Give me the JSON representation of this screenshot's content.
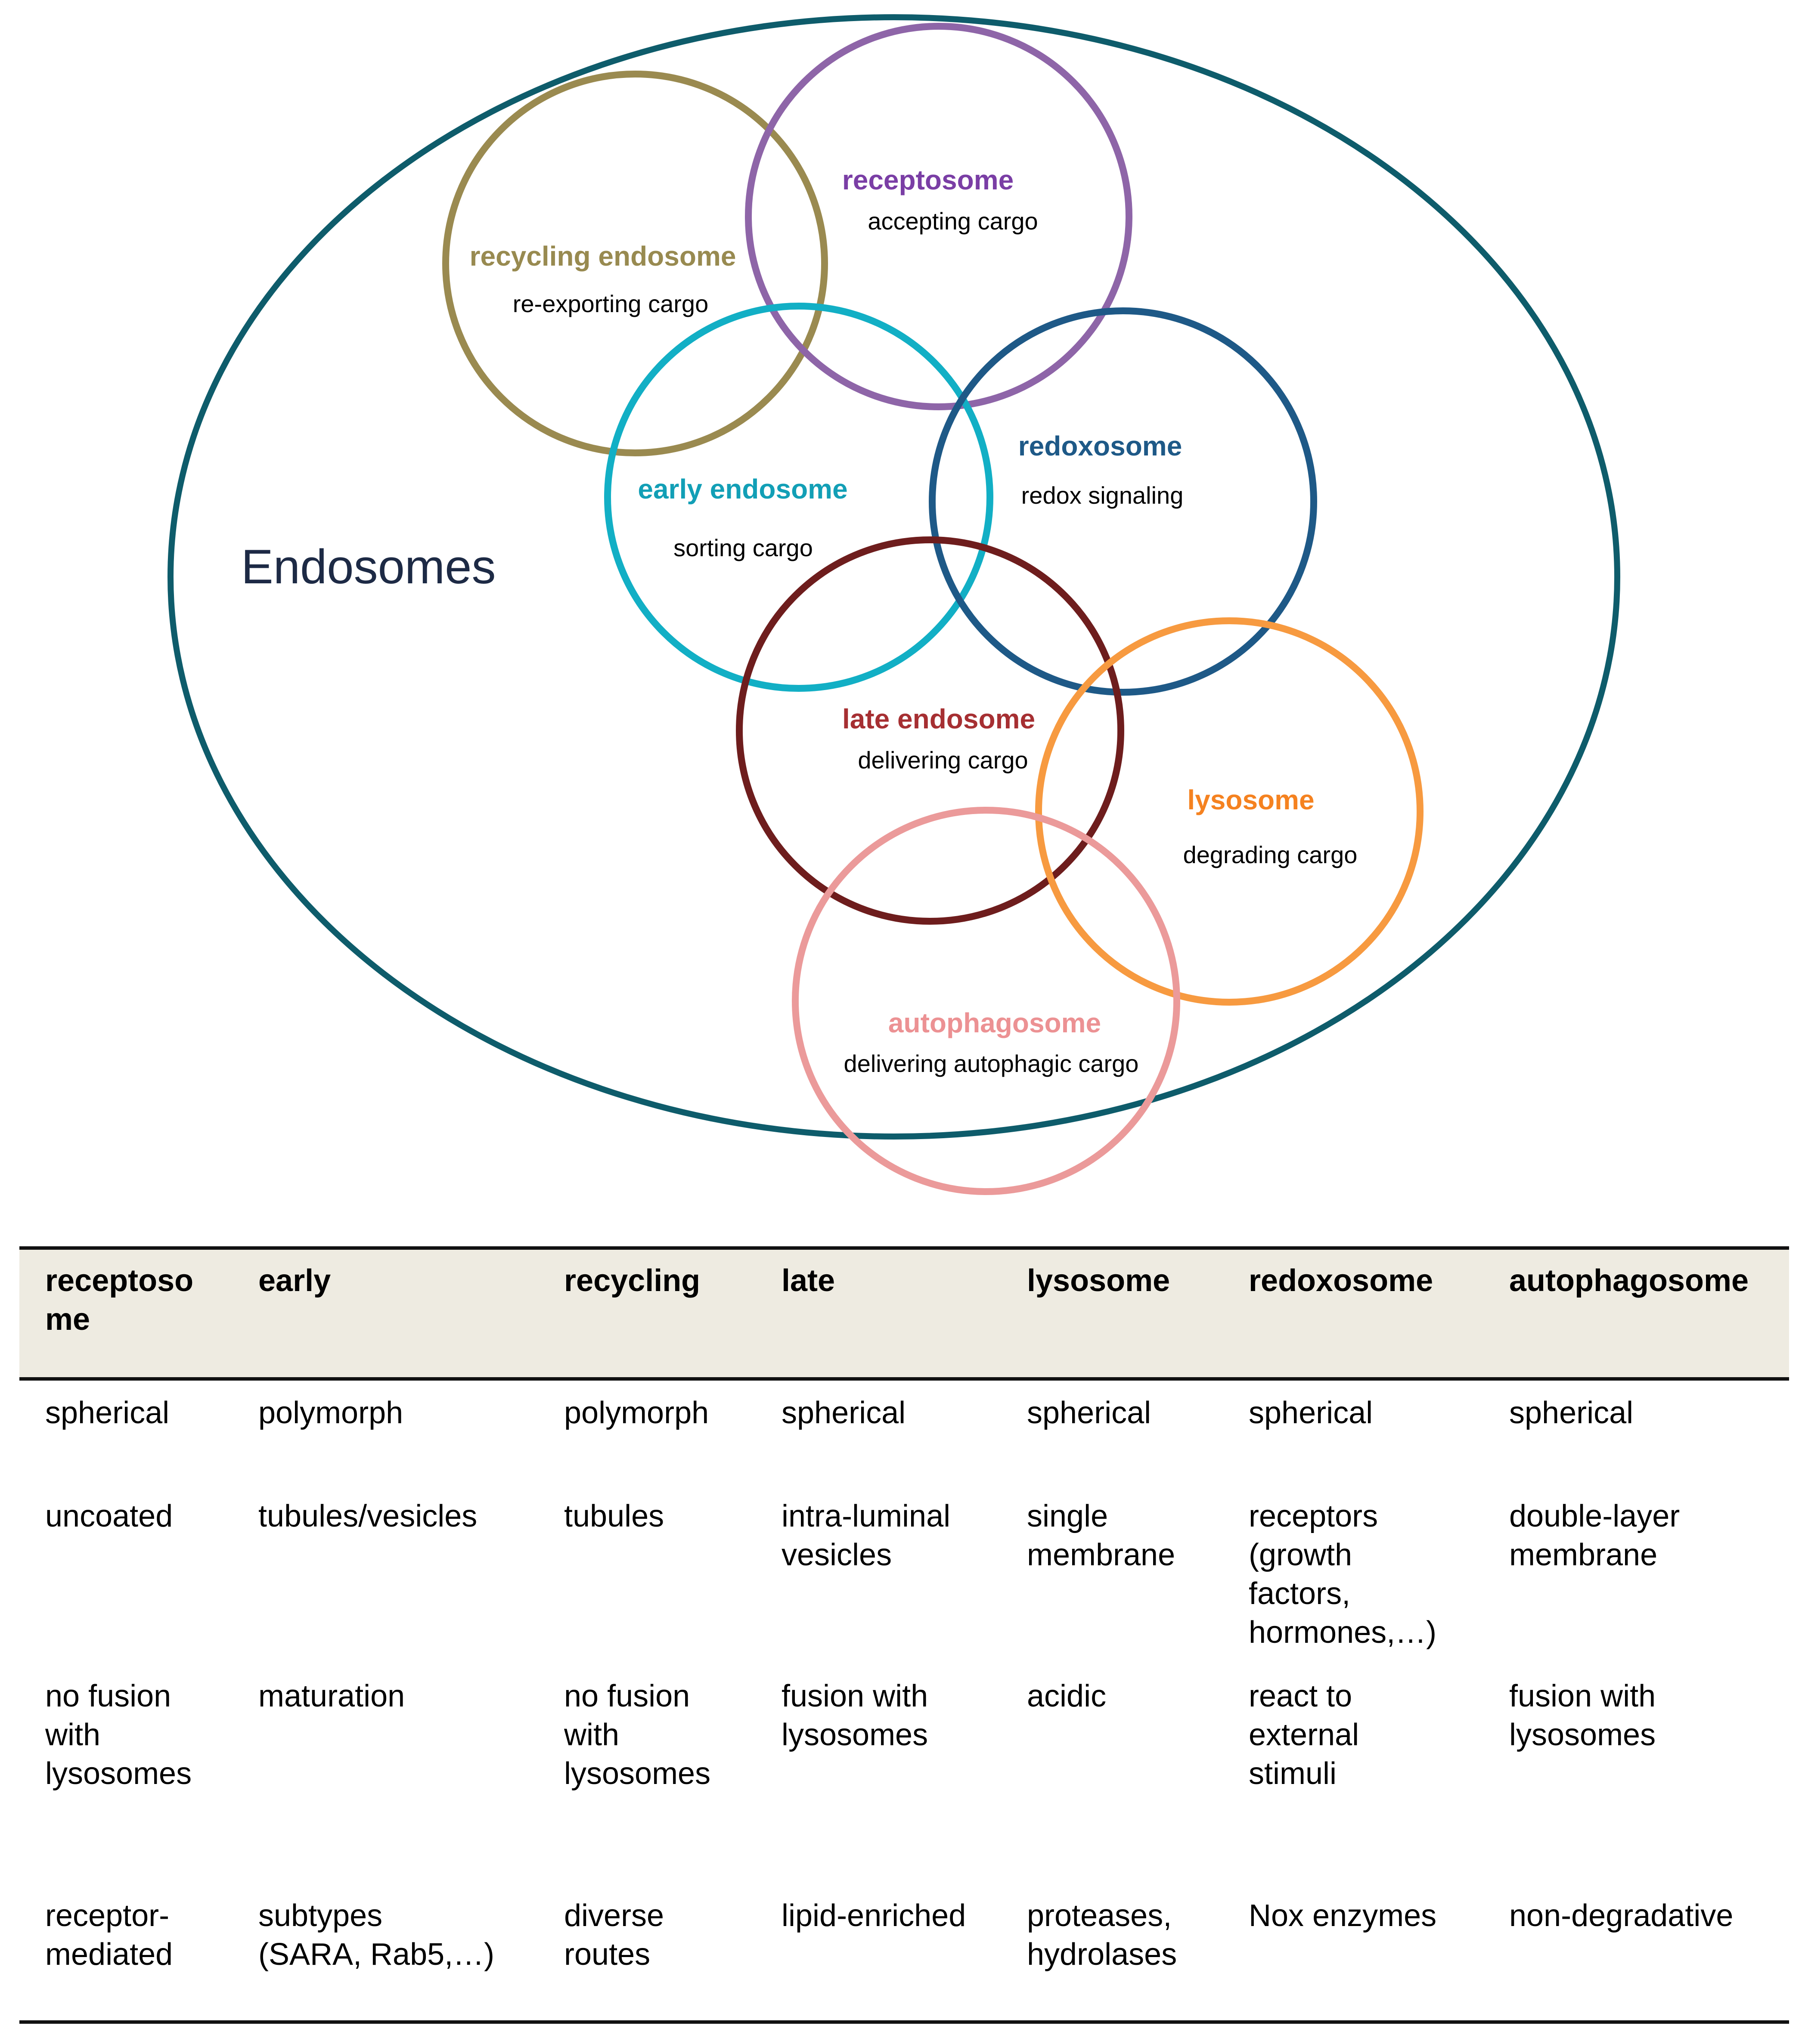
{
  "diagram": {
    "outer_label": "Endosomes",
    "outer_color": "#0e5c6b",
    "outer_label_color": "#1d2a45",
    "circles": [
      {
        "id": "recycling",
        "title": "recycling endosome",
        "desc": "re-exporting cargo",
        "color": "#9a8a50"
      },
      {
        "id": "receptosome",
        "title": "receptosome",
        "desc": "accepting cargo",
        "color": "#8e65a8"
      },
      {
        "id": "early",
        "title": "early endosome",
        "desc": "sorting cargo",
        "color": "#12afc5"
      },
      {
        "id": "redoxosome",
        "title": "redoxosome",
        "desc": "redox signaling",
        "color": "#1e5987"
      },
      {
        "id": "late",
        "title": "late endosome",
        "desc": "delivering cargo",
        "color": "#6e1d1d"
      },
      {
        "id": "lysosome",
        "title": "lysosome",
        "desc": "degrading cargo",
        "color": "#f79a40"
      },
      {
        "id": "autophagosome",
        "title": "autophagosome",
        "desc": "delivering autophagic cargo",
        "color": "#eb9a9a"
      }
    ],
    "title_colors": {
      "recycling": "#988a50",
      "receptosome": "#7a3ea5",
      "early": "#129fb6",
      "redoxosome": "#1e5987",
      "late": "#a62f32",
      "lysosome": "#f58220",
      "autophagosome": "#ec9193"
    }
  },
  "table": {
    "header_bg": "#eeebe1",
    "headers": [
      "receptoso\nme",
      "early",
      "recycling",
      "late",
      "lysosome",
      "redoxosome",
      "autophagosome"
    ],
    "rows": [
      [
        "spherical",
        "polymorph",
        "polymorph",
        "spherical",
        "spherical",
        "spherical",
        "spherical"
      ],
      [
        "uncoated",
        "tubules/vesicles",
        "tubules",
        "intra-luminal\nvesicles",
        "single\nmembrane",
        "receptors\n(growth\nfactors,\nhormones,…)",
        "double-layer\nmembrane"
      ],
      [
        "no fusion\nwith\nlysosomes",
        "maturation",
        "no fusion\nwith\nlysosomes",
        "fusion with\nlysosomes",
        "acidic",
        "react to\nexternal\nstimuli",
        "fusion with\nlysosomes"
      ],
      [
        "receptor-\nmediated",
        "subtypes\n(SARA, Rab5,…)",
        "diverse\nroutes",
        "lipid-enriched",
        "proteases,\nhydrolases",
        "Nox enzymes",
        "non-degradative"
      ]
    ]
  }
}
